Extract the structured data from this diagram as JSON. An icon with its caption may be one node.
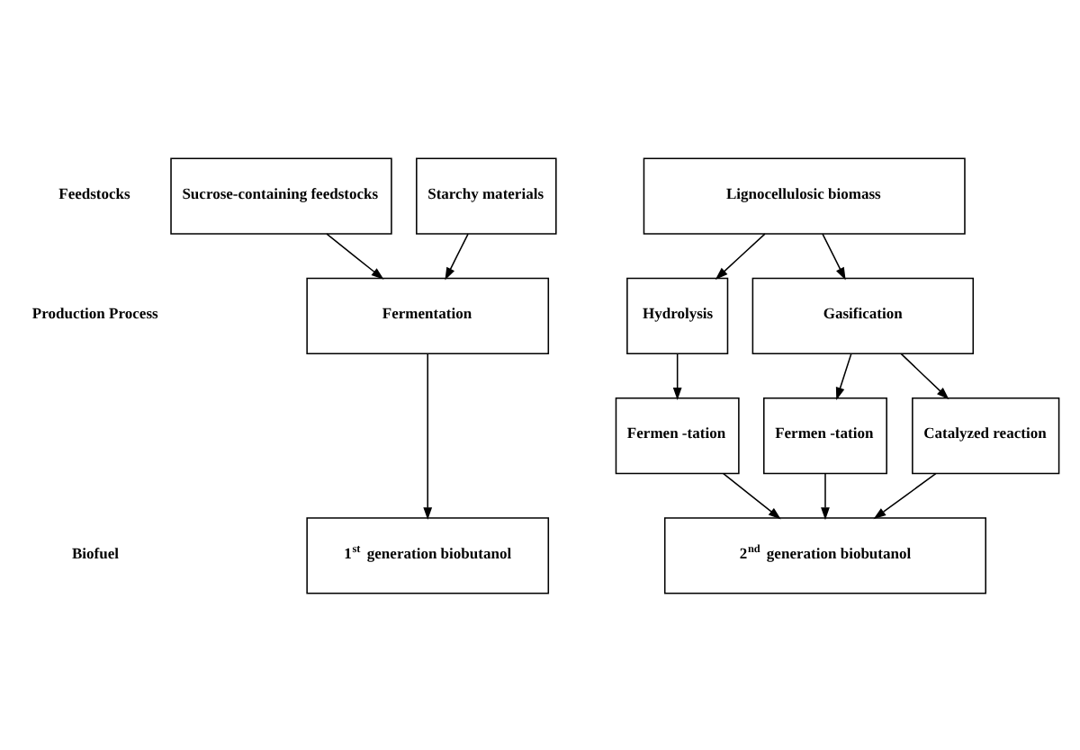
{
  "diagram": {
    "nodes": [
      {
        "text": [
          "Sucrose-containing feedstocks"
        ]
      },
      {
        "text": [
          "Starchy materials"
        ]
      },
      {
        "text": [
          "Lignocellulosic biomass"
        ]
      },
      {
        "text": [
          "Fermentation"
        ]
      },
      {
        "text": [
          "Hydrolysis"
        ]
      },
      {
        "text": [
          "Gasification"
        ]
      },
      {
        "text": [
          "Fermen -tation"
        ]
      },
      {
        "text": [
          "Fermen -tation"
        ]
      },
      {
        "text": [
          "Catalyzed reaction"
        ]
      },
      {
        "text": [
          "1$^{st}$ generation biobutanol"
        ]
      },
      {
        "text": [
          "2$^{nd}$ generation biobutanol"
        ]
      }
    ],
    "edges": [
      {
        "from": 0,
        "to": 3,
        "arrow": "to"
      },
      {
        "from": 1,
        "to": 3,
        "arrow": "to"
      },
      {
        "from": 2,
        "to": 4,
        "arrow": "to"
      },
      {
        "from": 2,
        "to": 5,
        "arrow": "to"
      },
      {
        "from": 3,
        "to": 9,
        "arrow": "to"
      },
      {
        "from": 4,
        "to": 6,
        "arrow": "to"
      },
      {
        "from": 5,
        "to": 7,
        "arrow": "to"
      },
      {
        "from": 5,
        "to": 8,
        "arrow": "to"
      },
      {
        "from": 6,
        "to": 10,
        "arrow": "to"
      },
      {
        "from": 7,
        "to": 10,
        "arrow": "to"
      },
      {
        "from": 8,
        "to": 10,
        "arrow": "to"
      }
    ],
    "labels": [
      "Feedstocks",
      "Production Process",
      "Biofuel"
    ]
  }
}
